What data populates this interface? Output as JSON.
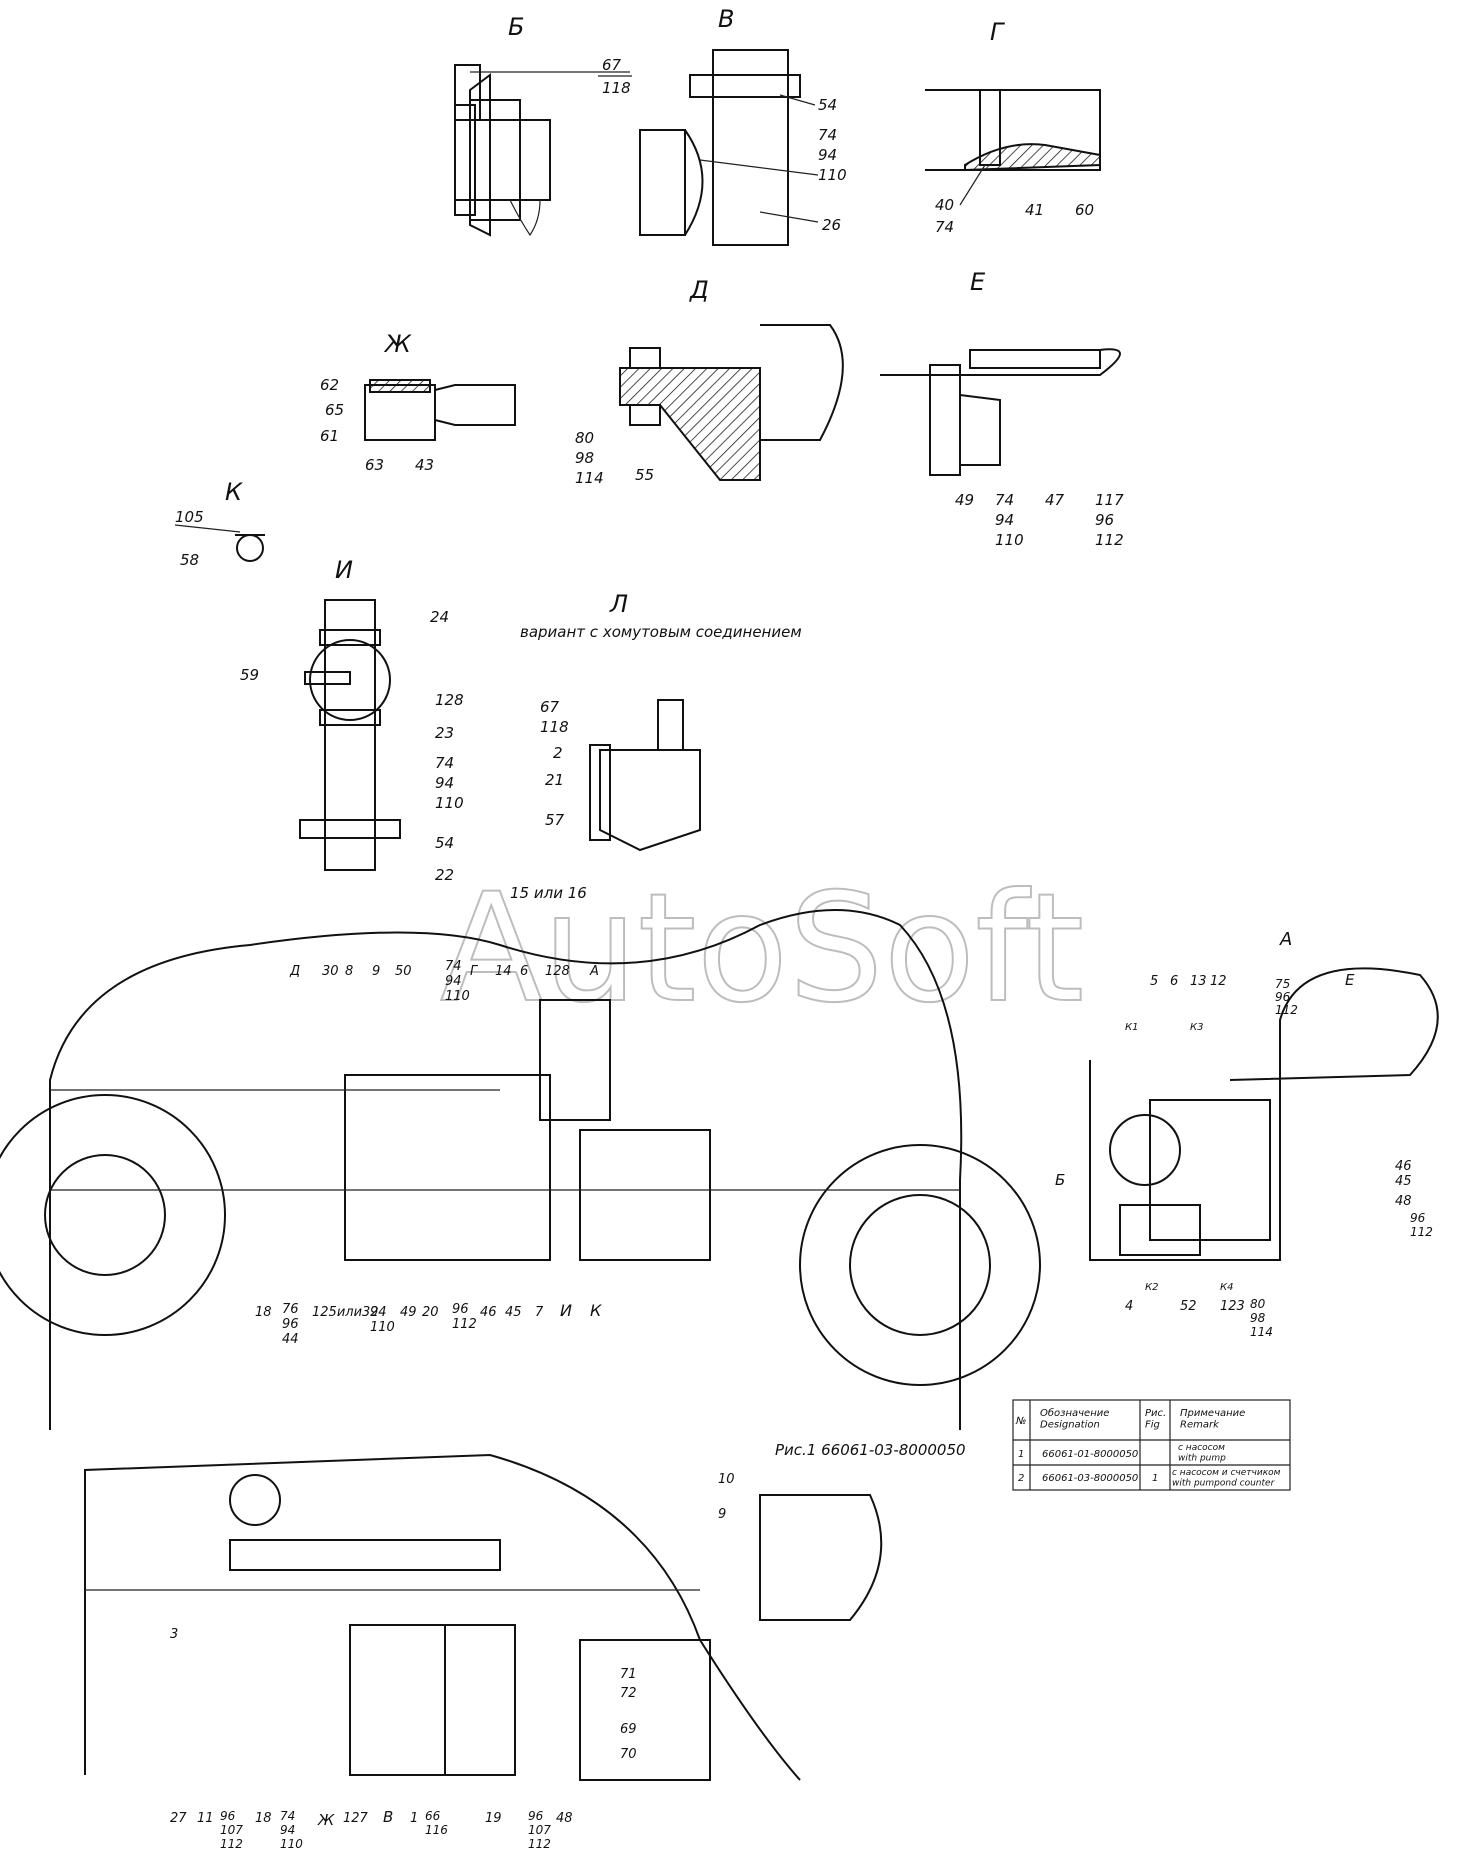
{
  "watermark": "AutoSoft",
  "views": {
    "b": "Б",
    "v": "В",
    "g": "Г",
    "d": "Д",
    "e": "Е",
    "zh": "Ж",
    "k": "К",
    "i": "И",
    "l": "Л",
    "a": "А"
  },
  "view_l_note": "вариант с хомутовым соединением",
  "figure_caption": "Рис.1 66061-03-8000050",
  "table": {
    "headers": {
      "num": "№",
      "designation": "Обозначение\nDesignation",
      "fig": "Рис.\nFig",
      "remark": "Примечание\nRemark"
    },
    "rows": [
      {
        "num": "1",
        "designation": "66061-01-8000050",
        "fig": "",
        "remark": "с насосом\nwith pump"
      },
      {
        "num": "2",
        "designation": "66061-03-8000050",
        "fig": "1",
        "remark": "с насосом и счетчиком\nwith pumpond counter"
      }
    ]
  },
  "callouts": {
    "b": [
      "67",
      "118"
    ],
    "v": [
      "54",
      "74",
      "94",
      "110",
      "26"
    ],
    "g": [
      "40",
      "74",
      "41",
      "60"
    ],
    "zh": [
      "62",
      "65",
      "61",
      "63",
      "43"
    ],
    "d": [
      "80",
      "98",
      "114",
      "55"
    ],
    "e": [
      "49",
      "74",
      "94",
      "110",
      "47",
      "117",
      "96",
      "112"
    ],
    "k": [
      "105",
      "58"
    ],
    "i": [
      "24",
      "59",
      "128",
      "23",
      "74",
      "94",
      "110",
      "54",
      "22"
    ],
    "l": [
      "67",
      "118",
      "2",
      "21",
      "57",
      "15 или 16"
    ],
    "main_top": [
      "Д",
      "30",
      "8",
      "9",
      "50",
      "74",
      "94",
      "110",
      "Г",
      "14",
      "6",
      "128",
      "А"
    ],
    "main_bottom": [
      "18",
      "76",
      "96",
      "44",
      "125или32",
      "94",
      "110",
      "49",
      "20",
      "96",
      "112",
      "46",
      "45",
      "7",
      "И",
      "К"
    ],
    "view_a": [
      "5",
      "6",
      "13",
      "12",
      "75",
      "96",
      "112",
      "Е",
      "К1",
      "К3",
      "Б",
      "46",
      "45",
      "48",
      "96",
      "112",
      "4",
      "К2",
      "52",
      "К4",
      "123",
      "80",
      "98",
      "114"
    ],
    "lower": [
      "10",
      "9",
      "3",
      "71",
      "72",
      "69",
      "70",
      "27",
      "11",
      "96",
      "107",
      "112",
      "18",
      "74",
      "94",
      "110",
      "Ж",
      "127",
      "В",
      "1",
      "66",
      "116",
      "19",
      "96",
      "107",
      "112",
      "48"
    ]
  }
}
